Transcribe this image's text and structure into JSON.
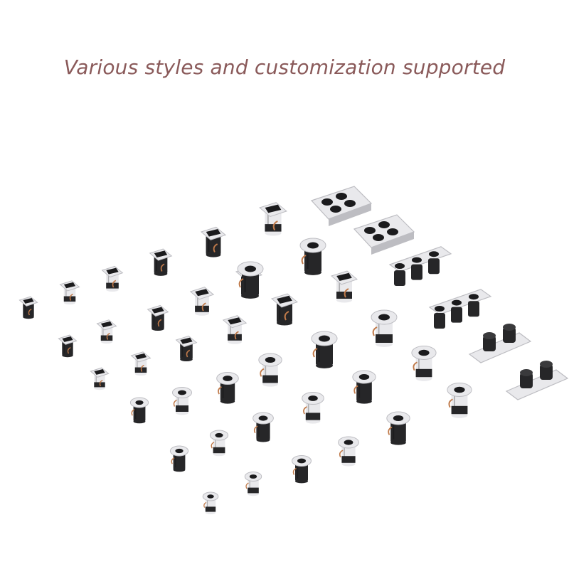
{
  "caption": {
    "text": "Various styles and customization supported",
    "color": "#8a5a5a"
  },
  "palette": {
    "white_housing": "#e9e9ec",
    "white_shade": "#bdbdc2",
    "black_body": "#262628",
    "reflector": "#1b1b1d",
    "copper_wire": "#c07a4a"
  },
  "product_types": [
    "square-trimmed-spotlight",
    "square-trimless-spotlight",
    "round-trimmed-spotlight",
    "round-trimless-spotlight",
    "multi-head-square-grille",
    "linear-grille-light",
    "adjustable-twin-spotlight"
  ]
}
